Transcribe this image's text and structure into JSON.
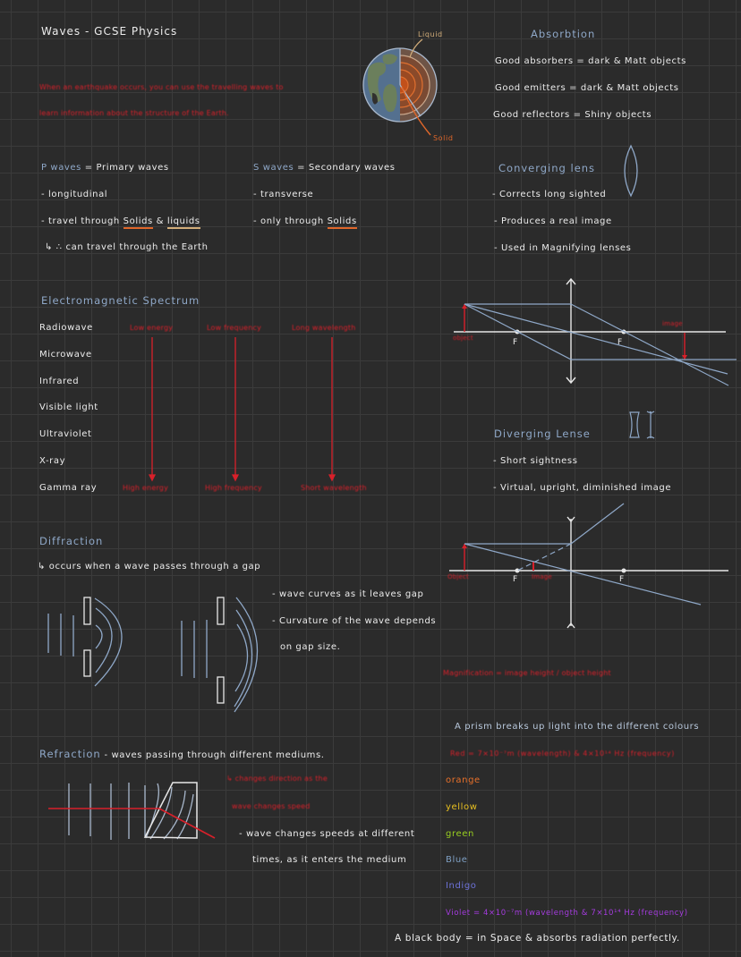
{
  "title": "Waves - GCSE Physics",
  "intro_red": [
    "When an earthquake occurs, you can use the travelling waves to",
    "learn information about the structure of the Earth."
  ],
  "earth_diagram": {
    "label_liquid": "Liquid",
    "label_solid": "Solid",
    "colors": {
      "land": "#6b7f5c",
      "ocean": "#54708f",
      "core": "#d45a16",
      "mantle": "#7a4a33",
      "outline": "#a9b8cc"
    }
  },
  "absorption": {
    "heading": "Absorbtion",
    "lines": [
      "Good absorbers = dark & Matt objects",
      "Good emitters = dark & Matt objects",
      "Good reflectors = Shiny objects"
    ]
  },
  "p_waves": {
    "heading_key": "P waves",
    "heading_rest": " = Primary waves",
    "items": [
      "- longitudinal",
      "- travel through ",
      "↳ ∴ can travel through the Earth"
    ],
    "solids": "Solids",
    "amp": " & ",
    "liquids": "liquids"
  },
  "s_waves": {
    "heading_key": "S waves",
    "heading_rest": " = Secondary waves",
    "items": [
      "- transverse",
      "- only through "
    ],
    "solids": "Solids"
  },
  "converging": {
    "heading": "Converging lens",
    "items": [
      "- Corrects long sighted",
      "- Produces a real image",
      "- Used in Magnifying lenses"
    ],
    "diagram": {
      "object_label": "object",
      "image_label": "image",
      "focal_label": "F"
    }
  },
  "em_spectrum": {
    "heading": "Electromagnetic Spectrum",
    "bands": [
      "Radiowave",
      "Microwave",
      "Infrared",
      "Visible light",
      "Ultraviolet",
      "X-ray",
      "Gamma ray"
    ],
    "top_labels": [
      "Low energy",
      "Low frequency",
      "Long wavelength"
    ],
    "bottom_labels": [
      "High energy",
      "High frequency",
      "Short wavelength"
    ]
  },
  "diverging": {
    "heading": "Diverging Lense",
    "items": [
      "- Short sightness",
      "- Virtual, upright, diminished image"
    ],
    "diagram": {
      "object_label": "Object",
      "image_label": "Image",
      "focal_label": "F"
    }
  },
  "diffraction": {
    "heading": "Diffraction",
    "subline": "↳ occurs when a wave passes through a gap",
    "notes": [
      "- wave curves as it leaves gap",
      "- Curvature of the wave depends",
      "on gap size."
    ]
  },
  "magnification": "Magnification = image height / object height",
  "prism": {
    "line": "A prism breaks up light into the different colours",
    "colors": [
      {
        "label": "Red = 7×10⁻⁷m (wavelength) & 4×10¹⁴ Hz (frequency)",
        "color": "#d8202a"
      },
      {
        "label": "orange",
        "color": "#e8702a"
      },
      {
        "label": "yellow",
        "color": "#e8c020"
      },
      {
        "label": "green",
        "color": "#9ad020"
      },
      {
        "label": "Blue",
        "color": "#7fa0c4"
      },
      {
        "label": "Indigo",
        "color": "#6d72d8"
      },
      {
        "label": "Violet = 4×10⁻⁷m (wavelength & 7×10¹⁴ Hz (frequency)",
        "color": "#a63be0"
      }
    ]
  },
  "refraction": {
    "heading": "Refraction",
    "rest": " - waves passing through different mediums.",
    "red_notes": [
      "↳ changes direction as the",
      "wave changes speed"
    ],
    "notes": [
      "- wave changes speeds at different",
      "times, as it enters the medium"
    ]
  },
  "black_body": "A black body = in Space & absorbs radiation perfectly."
}
